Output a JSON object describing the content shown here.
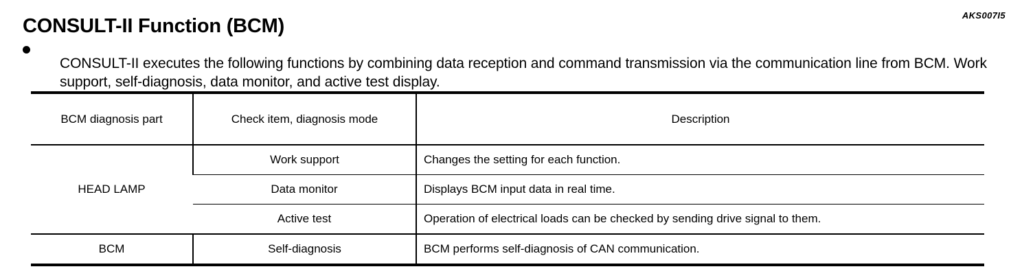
{
  "header": {
    "title": "CONSULT-II Function (BCM)",
    "doc_code": "AKS007I5"
  },
  "body": {
    "bullet_paragraph": "CONSULT-II executes the following functions by combining data reception and command transmission via the communication line from BCM. Work support, self-diagnosis, data monitor, and active test display."
  },
  "table": {
    "columns": [
      "BCM diagnosis part",
      "Check item, diagnosis mode",
      "Description"
    ],
    "rows": [
      {
        "part": "HEAD LAMP",
        "mode": "Work support",
        "description": "Changes the setting for each function."
      },
      {
        "part": "",
        "mode": "Data monitor",
        "description": "Displays BCM input data in real time."
      },
      {
        "part": "",
        "mode": "Active test",
        "description": "Operation of electrical loads can be checked by sending drive signal to them."
      },
      {
        "part": "BCM",
        "mode": "Self-diagnosis",
        "description": "BCM performs self-diagnosis of CAN communication."
      }
    ]
  }
}
